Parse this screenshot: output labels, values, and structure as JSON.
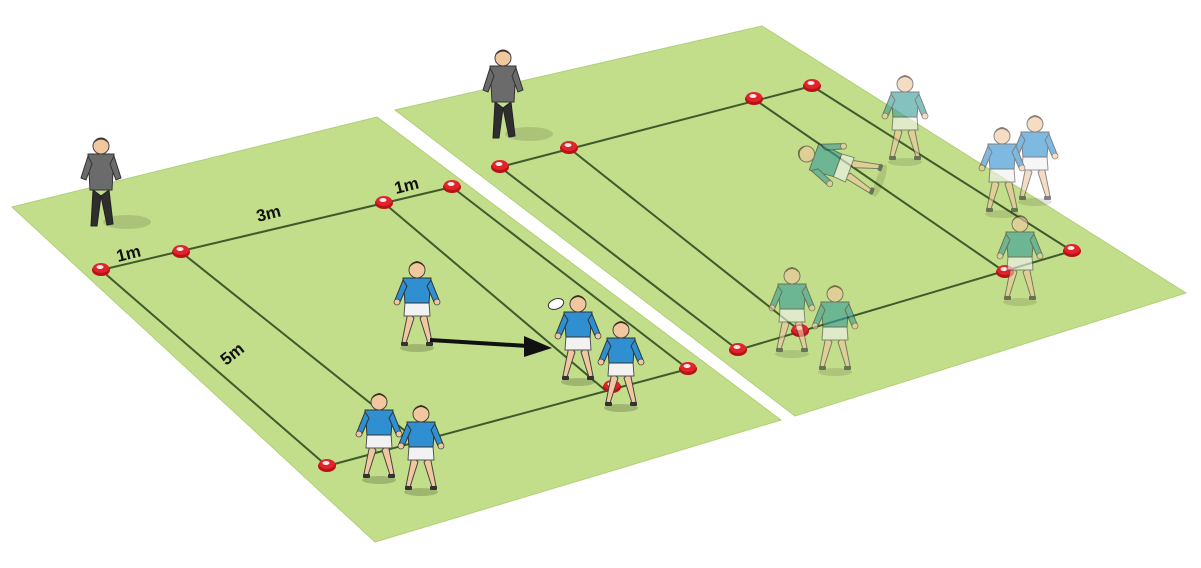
{
  "colors": {
    "pitch": "#c2de8a",
    "pitch_edge": "#b1cf78",
    "line": "#3f5a2c",
    "cone": "#e0242a",
    "shirt_attack": "#2f8fd0",
    "shirt_defence": "#3a9e9a",
    "shorts": "#f2f2f2",
    "referee": "#6b6b6b",
    "arrow": "#111111"
  },
  "labels": {
    "gap_1m_left": "1m",
    "width_3m": "3m",
    "gap_1m_right": "1m",
    "length_5m": "5m"
  },
  "icons": {
    "cone": "marker-cone-icon",
    "player": "rugby-player-icon",
    "referee": "coach-figure-icon",
    "arrow": "run-direction-arrow-icon"
  }
}
